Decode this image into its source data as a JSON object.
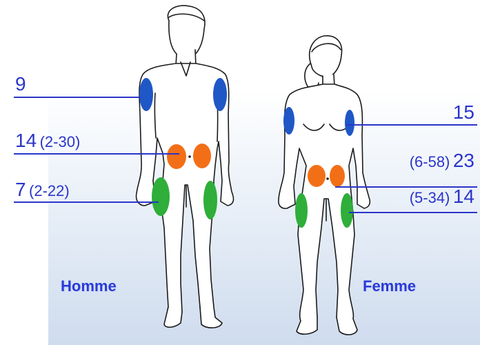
{
  "colors": {
    "arm": "#1f57c6",
    "abdomen": "#f36f17",
    "thigh": "#2fae3a",
    "label": "#2a35c9",
    "title": "#2a3bd6"
  },
  "homme": {
    "title": "Homme",
    "arm_value": "9",
    "abdomen_value": "14",
    "abdomen_range": "(2-30)",
    "thigh_value": "7",
    "thigh_range": "(2-22)"
  },
  "femme": {
    "title": "Femme",
    "arm_value": "15",
    "abdomen_value": "23",
    "abdomen_range": "(6-58)",
    "thigh_value": "14",
    "thigh_range": "(5-34)"
  }
}
